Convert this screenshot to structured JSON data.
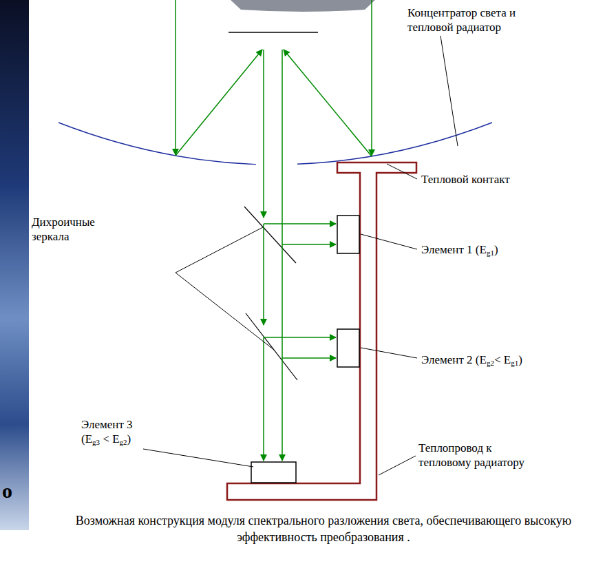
{
  "diagram": {
    "caption": "Возможная конструкция модуля спектрального разложения света, обеспечивающего высокую эффективность преобразования .",
    "labels": [
      "Концентратор света и тепловой радиатор",
      "Дихроичные зеркала",
      "Тепловой контакт",
      "Элемент 1 (Eg1)",
      "Элемент 2 (Eg2< Eg1)",
      "Элемент 3 (Eg3 < Eg2)",
      "Теплопровод к тепловому радиатору",
      "о"
    ]
  }
}
